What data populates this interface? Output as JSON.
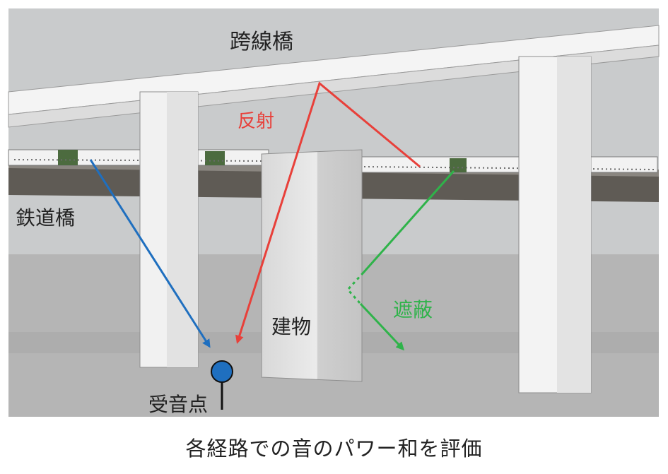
{
  "labels": {
    "overpass": "跨線橋",
    "reflection": "反射",
    "railway_bridge": "鉄道橋",
    "building": "建物",
    "shielding": "遮蔽",
    "receiver": "受音点"
  },
  "caption": "各経路での音のパワー和を評価",
  "colors": {
    "direct_path": "#1f6fbf",
    "reflection_path": "#e8403a",
    "shielding_path": "#2fb34a",
    "receiver": "#1f6fbf",
    "sky": "#c9cbcc",
    "ground": "#b5b5b5"
  },
  "icons": {
    "receiver": "receiver-point-icon"
  }
}
